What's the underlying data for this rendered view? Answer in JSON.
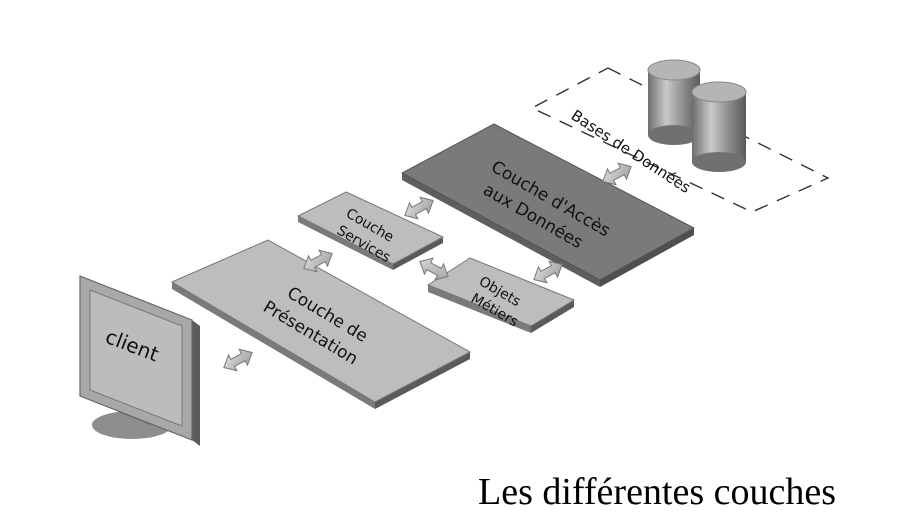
{
  "diagram": {
    "databases": {
      "label": "Bases de Données"
    },
    "data_access_layer": {
      "line1": "Couche d'Accès",
      "line2": "aux Données"
    },
    "services_layer": {
      "line1": "Couche",
      "line2": "Services"
    },
    "business_objects": {
      "line1": "Objets",
      "line2": "Métiers"
    },
    "presentation_layer": {
      "line1": "Couche de",
      "line2": "Présentation"
    },
    "client": {
      "label": "client"
    }
  },
  "caption": "Les différentes couches",
  "colors": {
    "dark_slab": "#7a7a7a",
    "light_slab": "#bdbdbd",
    "slab_side": "#4f4f4f",
    "arrow": "#c8c8c8",
    "monitor": "#a8a8a8"
  }
}
